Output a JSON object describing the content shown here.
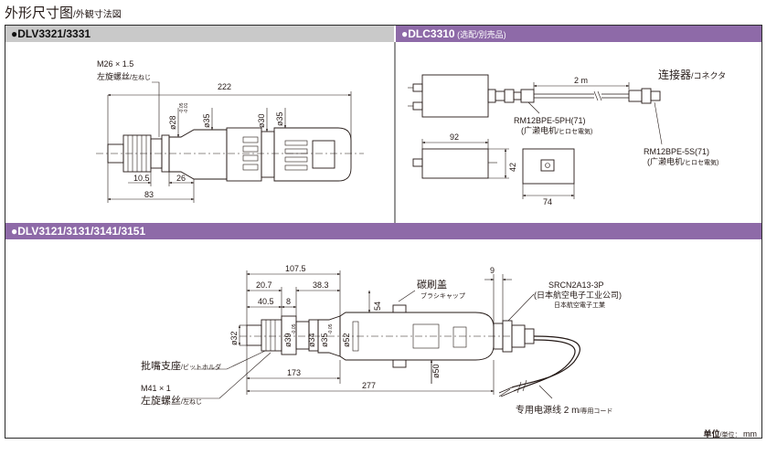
{
  "page": {
    "title_main": "外形尺寸图",
    "title_sub": "/外観寸法図"
  },
  "sections": {
    "dlv3321": {
      "title": "●DLV3321/3331",
      "thread_label": "M26 × 1.5",
      "thread_cn": "左旋螺丝",
      "thread_jp": "/左ねじ",
      "dim_total": "222",
      "dim_28": "ø28",
      "dim_28_tol_upper": "-0.05",
      "dim_28_tol_lower": "-0.01",
      "dim_35a": "ø35",
      "dim_30": "ø30",
      "dim_35b": "ø35",
      "dim_105": "10.5",
      "dim_26": "26",
      "dim_83": "83"
    },
    "dlc3310": {
      "title": "●DLC3310",
      "title_note": " (选配/別売品)",
      "dim_2m": "2 m",
      "connector_cn": "连接器",
      "connector_jp": "/コネクタ",
      "plug1_model": "RM12BPE-5PH(71)",
      "plug1_maker_cn": "(广濑电机",
      "plug1_maker_jp": "/ヒロセ電気)",
      "plug2_model": "RM12BPE-5S(71)",
      "plug2_maker_cn": "(广濑电机",
      "plug2_maker_jp": "/ヒロセ電気)",
      "dim_92": "92",
      "dim_42": "42",
      "dim_74": "74"
    },
    "dlv3121": {
      "title": "●DLV3121/3131/3141/3151",
      "dim_1075": "107.5",
      "dim_207": "20.7",
      "dim_383": "38.3",
      "dim_405": "40.5",
      "dim_8": "8",
      "dim_9": "9",
      "dim_54": "54",
      "dim_32": "ø32",
      "dim_39": "ø39",
      "dim_39_tol": "-0.05",
      "dim_34": "ø34",
      "dim_35": "ø35",
      "dim_35_tol": "-0.05",
      "dim_52": "ø52",
      "dim_50": "ø50",
      "dim_173": "173",
      "dim_277": "277",
      "brush_cn": "碳刷盖",
      "brush_jp": "ブラシキャップ",
      "connector_model": "SRCN2A13-3P",
      "connector_maker_cn": "(日本航空电子工业公司)",
      "connector_maker_jp": "日本航空電子工業",
      "holder_cn": "批嘴支座",
      "holder_jp": "/ビットホルダ",
      "thread_label": "M41 × 1",
      "thread_cn": "左旋螺丝",
      "thread_jp": "/左ねじ",
      "cord_cn": "专用电源线 2 m",
      "cord_jp": "/専用コード"
    }
  },
  "footer": {
    "unit_cn": "单位",
    "unit_jp": "/単位：",
    "unit_value": "mm"
  }
}
